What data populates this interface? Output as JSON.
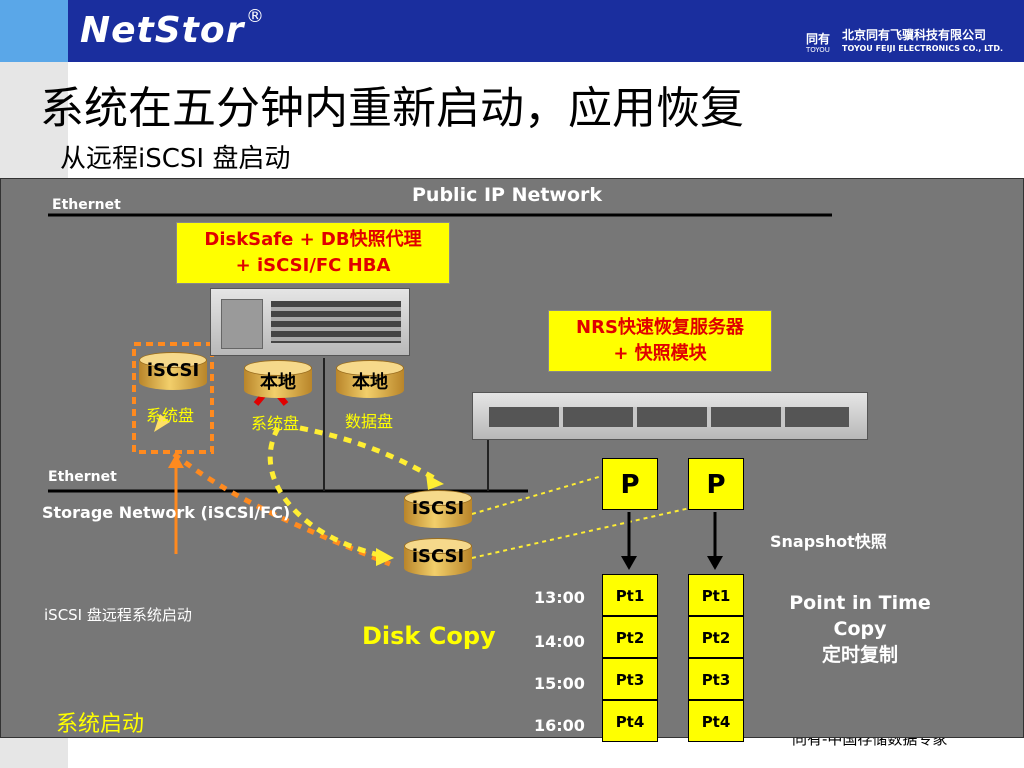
{
  "header": {
    "logo": "NetStor",
    "logo_reg": "®",
    "company_mark": "同有",
    "company_mark_en": "TOYOU",
    "company_cn": "北京同有飞骥科技有限公司",
    "company_en": "TOYOU FEIJI ELECTRONICS CO., LTD."
  },
  "title": "系统在五分钟内重新启动，应用恢复",
  "subtitle": "从远程iSCSI 盘启动",
  "diagram": {
    "public_network": "Public IP Network",
    "ethernet_top": "Ethernet",
    "ethernet_bottom": "Ethernet",
    "storage_network": "Storage Network (iSCSI/FC)",
    "agent_box_line1": "DiskSafe + DB快照代理",
    "agent_box_line2": "+ iSCSI/FC HBA",
    "nrs_box_line1": "NRS快速恢复服务器",
    "nrs_box_line2": "+ 快照模块",
    "remote_disk_label": "iSCSI",
    "remote_disk_caption": "系统盘",
    "local_sys_disk_label": "本地",
    "local_sys_disk_caption": "系统盘",
    "local_data_disk_label": "本地",
    "local_data_disk_caption": "数据盘",
    "iscsi_disk1": "iSCSI",
    "iscsi_disk2": "iSCSI",
    "p_label": "P",
    "snapshot_label": "Snapshot快照",
    "remote_boot_caption": "iSCSI 盘远程系统启动",
    "disk_copy": "Disk Copy",
    "system_boot": "系统启动",
    "pit_line1": "Point in Time",
    "pit_line2": "Copy",
    "pit_line3": "定时复制",
    "times": [
      "13:00",
      "14:00",
      "15:00",
      "16:00"
    ],
    "pt_labels": [
      "Pt1",
      "Pt2",
      "Pt3",
      "Pt4"
    ],
    "footer": "同有-中国存储数据专家"
  },
  "colors": {
    "header_blue": "#1a2e9e",
    "panel_gray": "#777777",
    "highlight_yellow": "#ffff00",
    "alert_red": "#e00000",
    "arrow_orange": "#ff8a1f"
  }
}
